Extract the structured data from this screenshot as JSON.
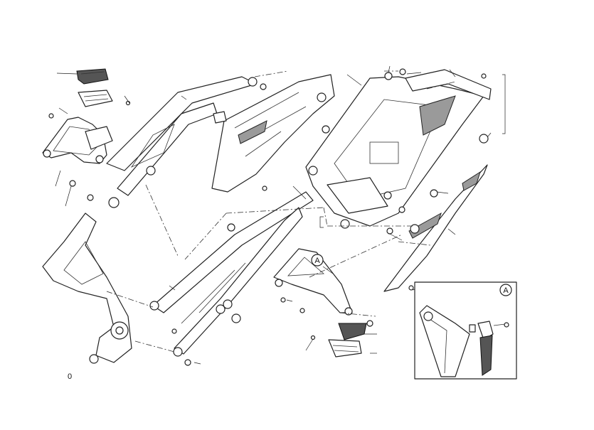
{
  "diagram": {
    "figure_number": "0",
    "detail_marker_a": "A",
    "detail_marker_a_inset": "A"
  }
}
